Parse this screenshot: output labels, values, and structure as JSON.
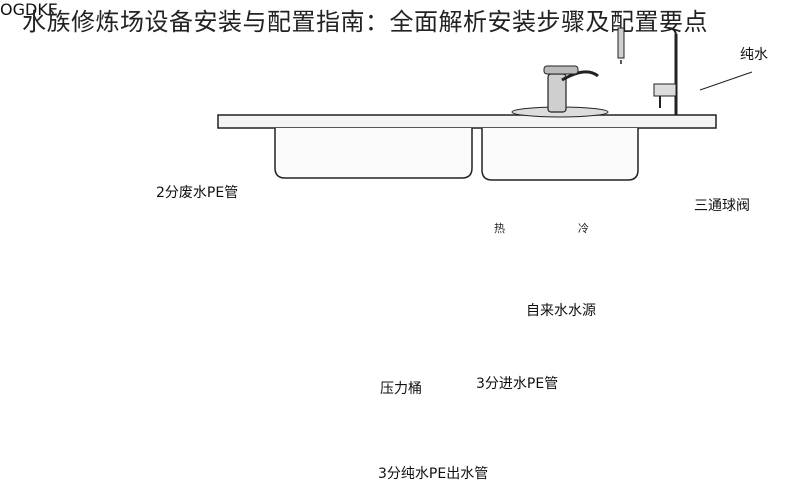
{
  "title": "水族修炼场设备安装与配置指南：全面解析安装步骤及配置要点",
  "labels": {
    "pure_water": "纯水",
    "waste_pipe": "2分废水PE管",
    "three_way_valve": "三通球阀",
    "hot": "热",
    "cold": "冷",
    "tap_water_source": "自来水水源",
    "pressure_tank": "压力桶",
    "inlet_pipe": "3分进水PE管",
    "outlet_pipe": "3分纯水PE出水管",
    "machine_brand": "OGDKE"
  },
  "colors": {
    "line": "#222222",
    "fill_light": "#e6e6e6",
    "machine": "#1c1c1c"
  }
}
